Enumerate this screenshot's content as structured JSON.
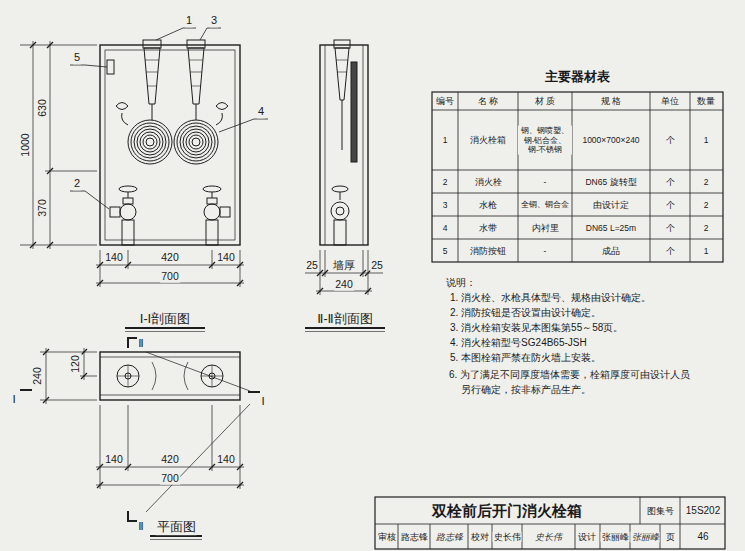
{
  "diagram": {
    "title": "双栓前后开门消火栓箱",
    "labels": [
      "1",
      "3",
      "5",
      "4",
      "2",
      "1000",
      "630",
      "370",
      "140",
      "420",
      "140",
      "700",
      "Ⅰ-Ⅰ剖面图",
      "25",
      "墙厚",
      "25",
      "240",
      "Ⅱ-Ⅱ剖面图",
      "Ⅱ",
      "120",
      "240",
      "Ⅰ",
      "Ⅰ",
      "140",
      "420",
      "140",
      "700",
      "Ⅱ",
      "平面图",
      "主要器材表",
      "编号",
      "名 称",
      "材 质",
      "规 格",
      "单位",
      "数量",
      "1",
      "消火栓箱",
      "钢、钢喷塑、 钢-铝合金、 钢-不锈钢",
      "1000×700×240",
      "个",
      "1",
      "2",
      "消火栓",
      "-",
      "DN65 旋转型",
      "个",
      "2",
      "3",
      "水枪",
      "全铜、铜合金",
      "由设计定",
      "个",
      "2",
      "4",
      "水带",
      "内衬里",
      "DN65 L=25m",
      "个",
      "2",
      "5",
      "消防按钮",
      "-",
      "成品",
      "个",
      "1",
      "说明：",
      "1. 消火栓、水枪具体型号、规格由设计确定。",
      "2. 消防按钮是否设置由设计确定。",
      "3. 消火栓箱安装见本图集第55～58页。",
      "4. 消火栓箱型号SG24B65-JSH",
      "5. 本图栓箱严禁在防火墙上安装。",
      "6. 为了满足不同厚度墙体需要，栓箱厚度可由设计人员 另行确定，按非标产品生产。",
      "图集号",
      "15S202",
      "审核",
      "路志锋",
      "路志锋",
      "校对",
      "史长伟",
      "史长伟",
      "设计",
      "张丽峰",
      "张丽峰",
      "页",
      "46"
    ]
  }
}
